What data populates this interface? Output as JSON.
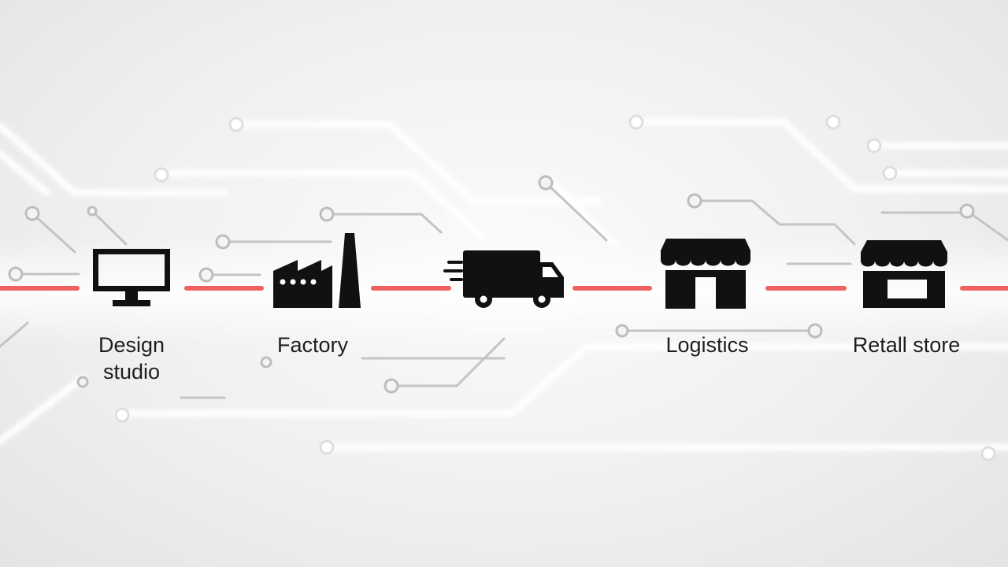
{
  "colors": {
    "background": "#efefef",
    "connector": "#f06060",
    "icon": "#111111",
    "circuit": "#c9c9c9"
  },
  "stages": [
    {
      "icon": "monitor-icon",
      "label_lines": [
        "Design",
        "studio"
      ]
    },
    {
      "icon": "factory-icon",
      "label_lines": [
        "Factory"
      ]
    },
    {
      "icon": "delivery-truck-icon",
      "label_lines": []
    },
    {
      "icon": "storefront-icon",
      "label_lines": [
        "Logistics"
      ]
    },
    {
      "icon": "retail-store-icon",
      "label_lines": [
        "Retall store"
      ]
    }
  ]
}
